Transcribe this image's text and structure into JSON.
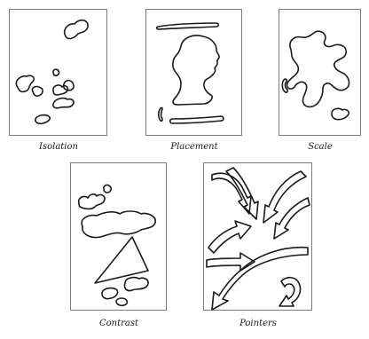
{
  "panels": [
    {
      "id": "isolation",
      "caption": "Isolation"
    },
    {
      "id": "placement",
      "caption": "Placement"
    },
    {
      "id": "scale",
      "caption": "Scale"
    },
    {
      "id": "contrast",
      "caption": "Contrast"
    },
    {
      "id": "pointers",
      "caption": "Pointers"
    }
  ],
  "colors": {
    "frame": "#7a7a7a",
    "ink": "#1a1a1a",
    "background": "#ffffff"
  }
}
